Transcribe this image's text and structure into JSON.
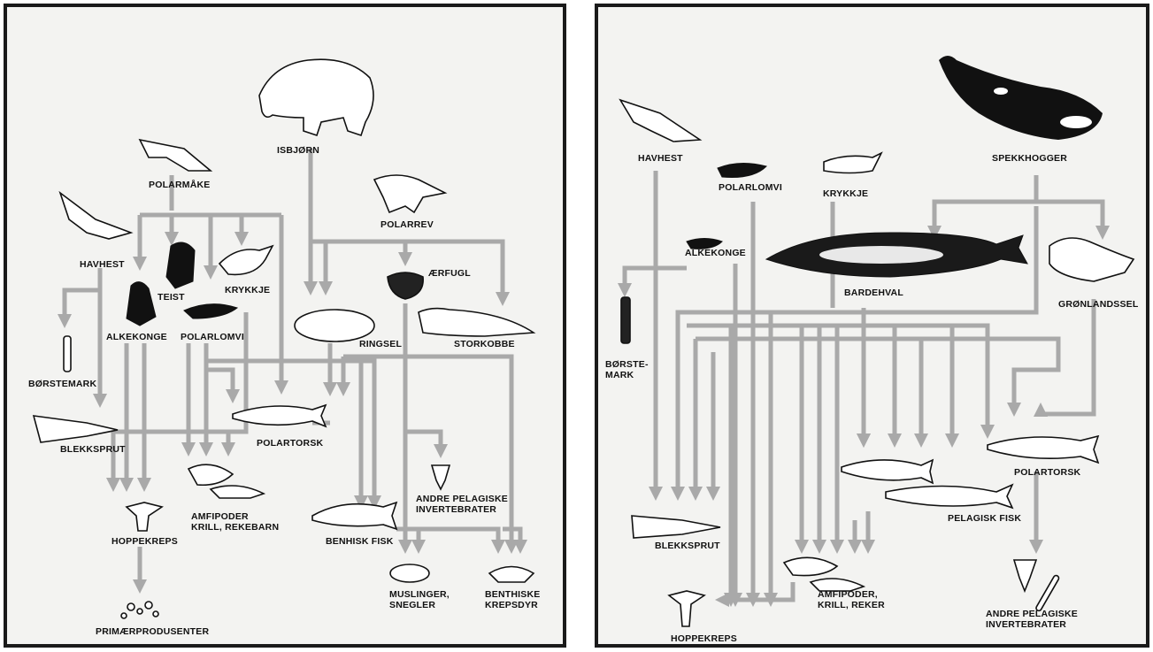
{
  "left_panel": {
    "labels": {
      "isbjorn": "ISBJØRN",
      "polarmake": "POLARMÅKE",
      "polarrev": "POLARREV",
      "havhest": "HAVHEST",
      "teist": "TEIST",
      "krykkje": "KRYKKJE",
      "aerfugl": "ÆRFUGL",
      "alkekonge": "ALKEKONGE",
      "polarlomvi": "POLARLOMVI",
      "ringsel": "RINGSEL",
      "storkobbe": "STORKOBBE",
      "borstemark": "BØRSTEMARK",
      "blekksprut": "BLEKKSPRUT",
      "polartorsk": "POLARTORSK",
      "andre_pelagiske": "ANDRE PELAGISKE\nINVERTEBRATER",
      "amfipoder": "AMFIPODER\nKRILL, REKEBARN",
      "hoppekreps": "HOPPEKREPS",
      "benthisk_fisk": "BENHISK FISK",
      "muslinger": "MUSLINGER,\nSNEGLER",
      "benthiske_krepsdyr": "BENTHISKE\nKREPSDYR",
      "primaerprodusenter": "PRIMÆRPRODUSENTER"
    }
  },
  "right_panel": {
    "labels": {
      "havhest": "HAVHEST",
      "polarlomvi": "POLARLOMVI",
      "krykkje": "KRYKKJE",
      "spekkhogger": "SPEKKHOGGER",
      "alkekonge": "ALKEKONGE",
      "bardehval": "BARDEHVAL",
      "gronlandssel": "GRØNLANDSSEL",
      "borstemark": "BØRSTE-\nMARK",
      "polartorsk": "POLARTORSK",
      "pelagisk_fisk": "PELAGISK FISK",
      "blekksprut": "BLEKKSPRUT",
      "amfipoder": "AMFIPODER,\nKRILL, REKER",
      "hoppekreps": "HOPPEKREPS",
      "andre_pelagiske": "ANDRE PELAGISKE\nINVERTEBRATER"
    }
  },
  "colors": {
    "arrow": "#a9a9a9",
    "background": "#f3f3f1",
    "ink": "#111111",
    "frame": "#1a1a1a"
  }
}
